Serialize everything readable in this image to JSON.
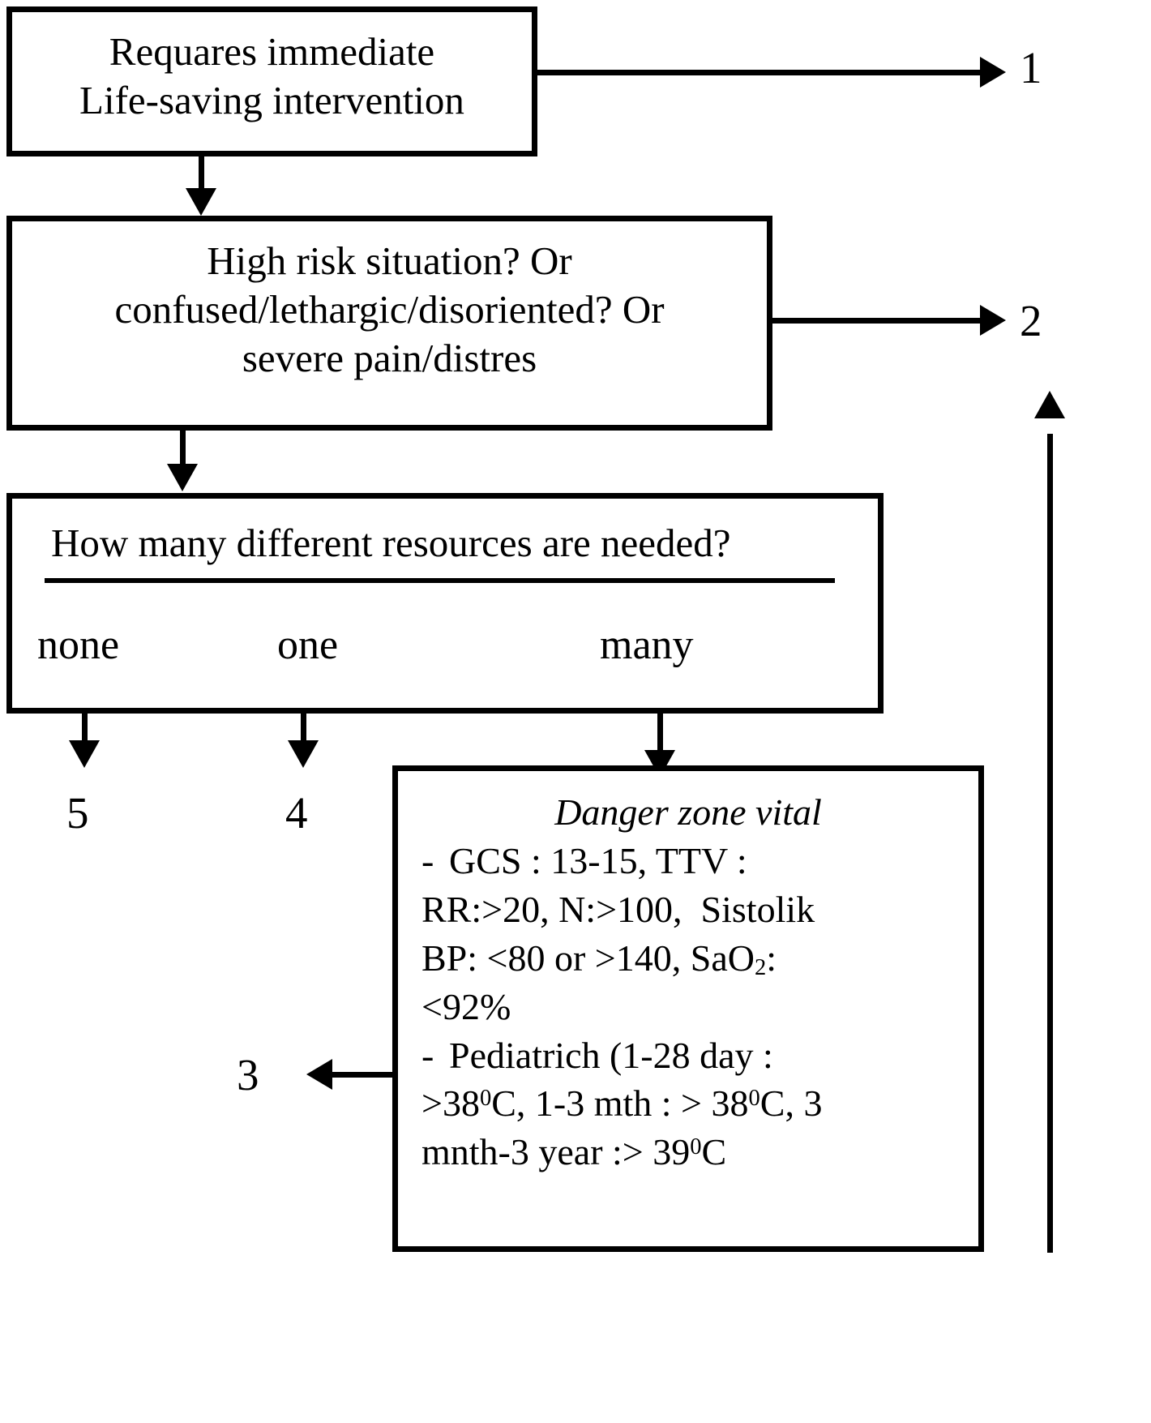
{
  "diagram": {
    "title": "Emergency Severity Index triage algorithm",
    "type": "flowchart",
    "colors": {
      "stroke": "#000000",
      "background": "#ffffff",
      "text": "#000000"
    }
  },
  "nodes": {
    "box1": {
      "text": "Requares immediate\nLife-saving intervention"
    },
    "box2": {
      "text": "High risk situation? Or\nconfused/lethargic/disoriented? Or\nsevere pain/distres"
    },
    "box3": {
      "question": "How many different resources are needed?",
      "options": {
        "none": "none",
        "one": "one",
        "many": "many"
      }
    },
    "box4": {
      "title": "Danger zone vital",
      "lines": [
        "-  GCS : 13-15, TTV :",
        "RR:>20, N:>100,  Sistolik",
        "BP: <80 or >140, SaO2:",
        "<92%",
        "-  Pediatrich (1-28 day :",
        ">38 0C, 1-3 mth : > 38 0C, 3",
        "mnth-3 year :> 39 0C"
      ]
    }
  },
  "outcomes": {
    "level1": "1",
    "level2": "2",
    "level3": "3",
    "level4": "4",
    "level5": "5"
  },
  "edges": [
    {
      "from": "box1",
      "to": "level1",
      "direction": "right"
    },
    {
      "from": "box1",
      "to": "box2",
      "direction": "down"
    },
    {
      "from": "box2",
      "to": "level2",
      "direction": "right"
    },
    {
      "from": "box2",
      "to": "box3",
      "direction": "down"
    },
    {
      "from": "box3.none",
      "to": "level5",
      "direction": "down"
    },
    {
      "from": "box3.one",
      "to": "level4",
      "direction": "down"
    },
    {
      "from": "box3.many",
      "to": "box4",
      "direction": "down"
    },
    {
      "from": "box4",
      "to": "level3",
      "direction": "left"
    },
    {
      "from": "box4",
      "to": "level2",
      "direction": "up"
    }
  ]
}
